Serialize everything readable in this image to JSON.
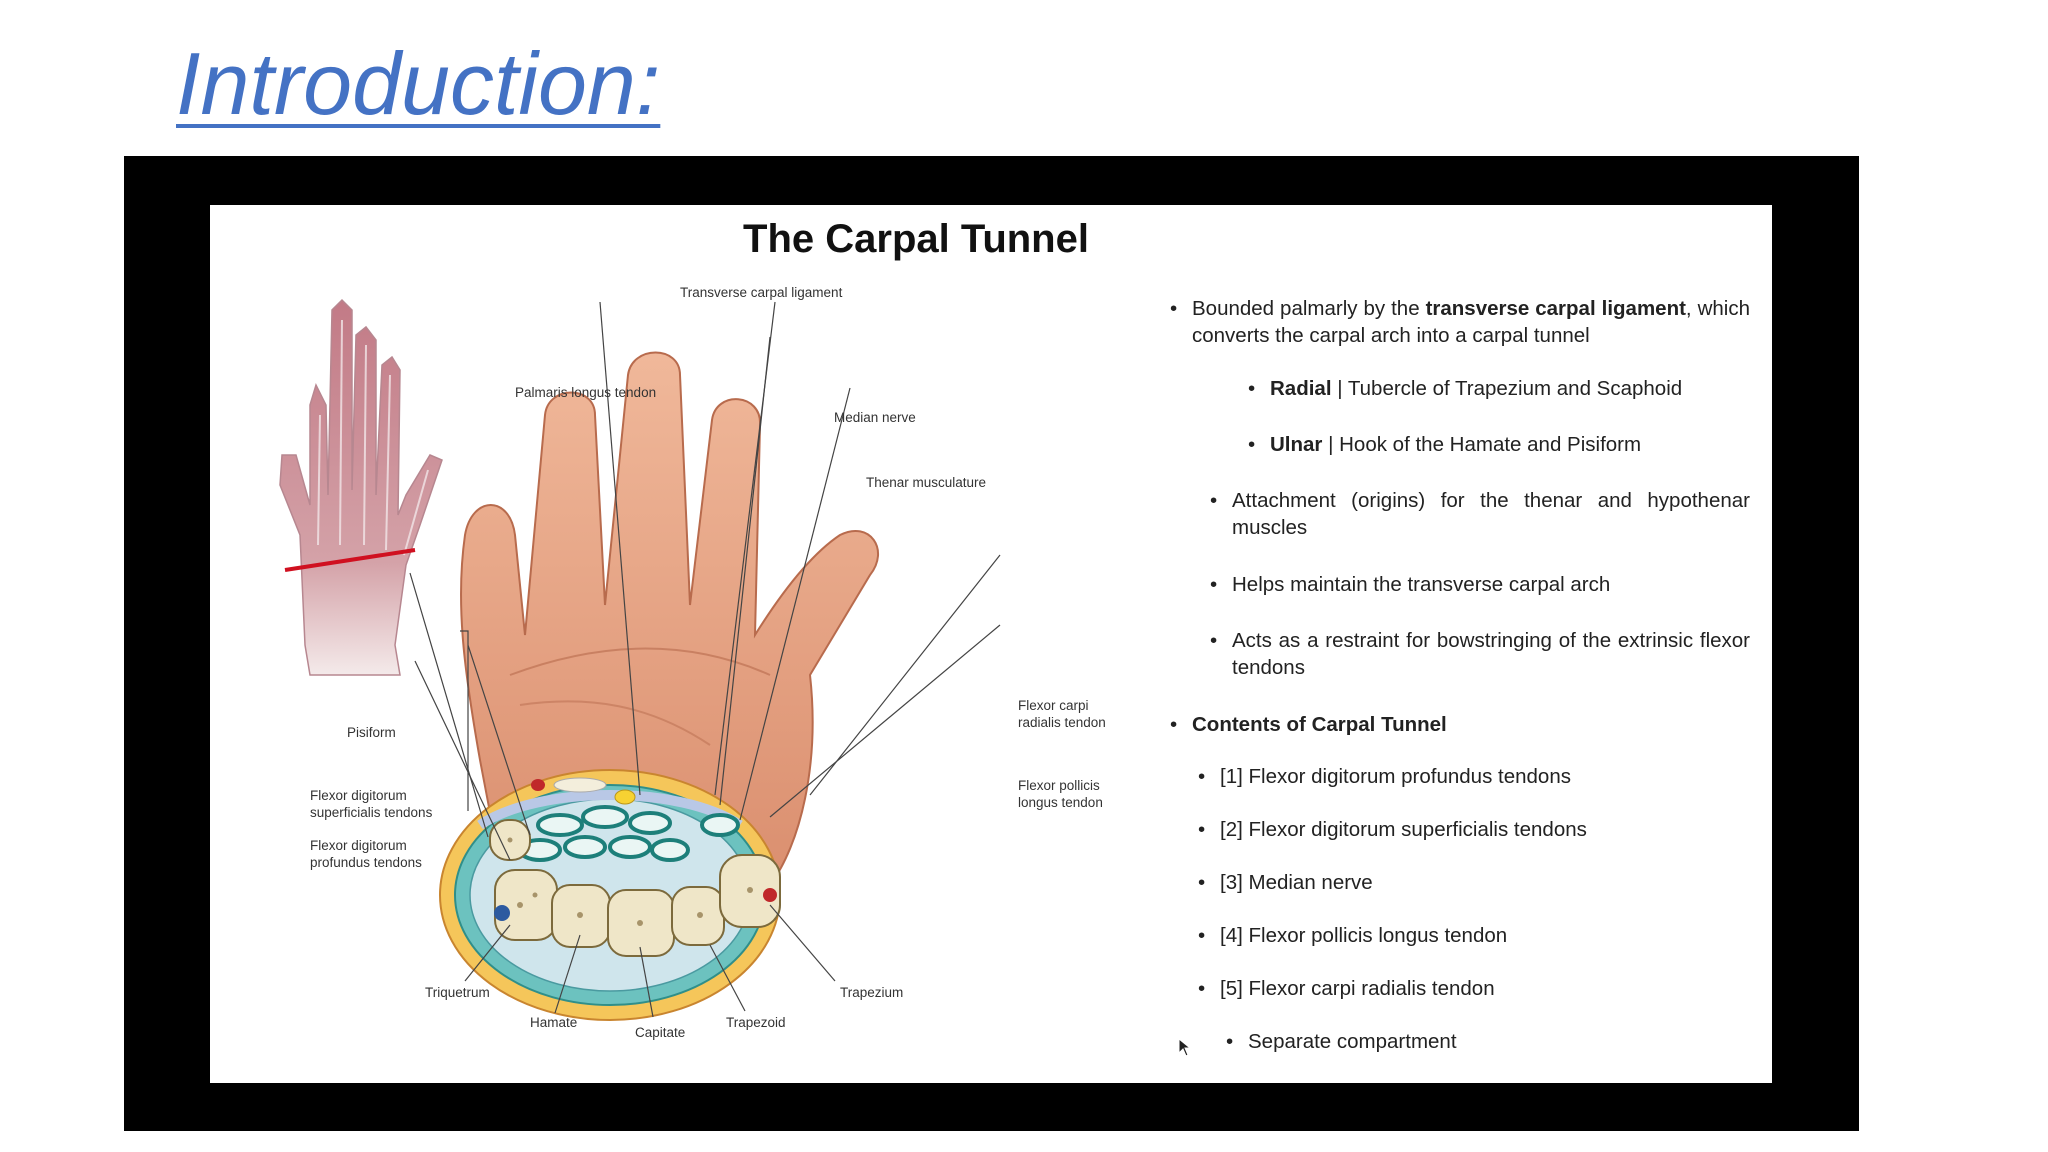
{
  "slide": {
    "title": "Introduction:"
  },
  "panel": {
    "title": "The Carpal Tunnel",
    "labels": {
      "transverse_carpal_ligament": "Transverse carpal ligament",
      "palmaris_longus": "Palmaris longus tendon",
      "median_nerve": "Median nerve",
      "thenar": "Thenar musculature",
      "fcr_1": "Flexor carpi",
      "fcr_2": "radialis tendon",
      "pisiform": "Pisiform",
      "fds_1": "Flexor digitorum",
      "fds_2": "superficialis tendons",
      "fpl_1": "Flexor pollicis",
      "fpl_2": "longus tendon",
      "fdp_1": "Flexor digitorum",
      "fdp_2": "profundus tendons",
      "triquetrum": "Triquetrum",
      "trapezium": "Trapezium",
      "hamate": "Hamate",
      "trapezoid": "Trapezoid",
      "capitate": "Capitate"
    },
    "bullets": {
      "b1_pre": "Bounded palmarly by the ",
      "b1_bold": "transverse carpal ligament",
      "b1_post": ", which converts the carpal arch into a carpal tunnel",
      "radial_bold": "Radial",
      "radial_text": " | Tubercle of Trapezium and Scaphoid",
      "ulnar_bold": "Ulnar",
      "ulnar_text": " | Hook of the Hamate and Pisiform",
      "attachment": "Attachment (origins) for the thenar and hypothenar muscles",
      "helps": "Helps maintain the transverse carpal arch",
      "restraint": "Acts as a restraint for bowstringing of the extrinsic flexor tendons",
      "contents": "Contents of Carpal Tunnel",
      "c1": "[1] Flexor digitorum profundus tendons",
      "c2": "[2] Flexor digitorum superficialis tendons",
      "c3": "[3] Median nerve",
      "c4": "[4] Flexor pollicis longus tendon",
      "c5": "[5] Flexor carpi radialis tendon",
      "separate": "Separate compartment"
    }
  },
  "colors": {
    "title_blue": "#4472c4",
    "skin": "#e8a88a",
    "skin_dark": "#c97a5c",
    "cut_line": "#d01020"
  }
}
